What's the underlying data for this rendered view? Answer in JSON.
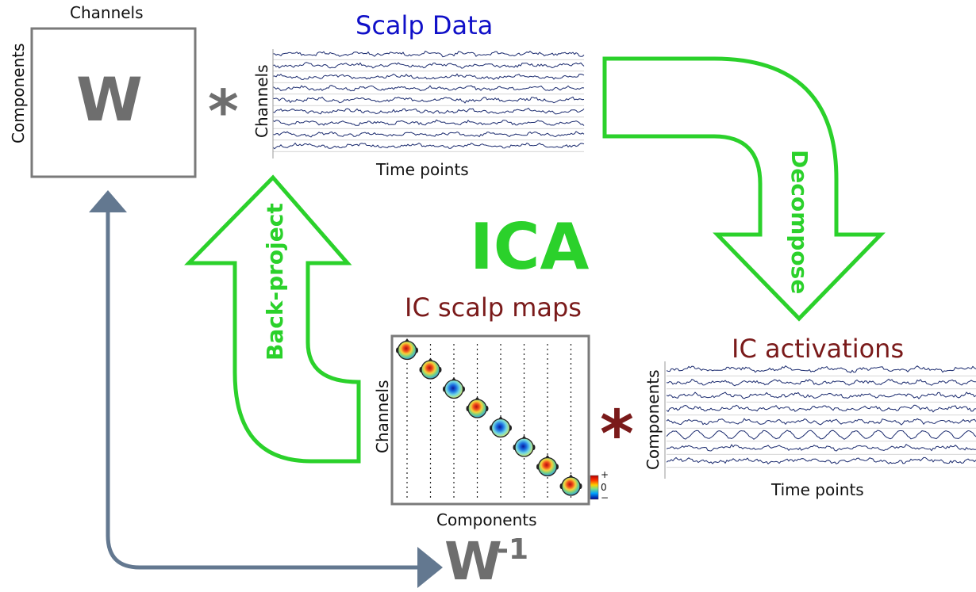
{
  "title": "ICA",
  "weight_matrix": {
    "symbol": "W",
    "top_label": "Channels",
    "side_label": "Components"
  },
  "multiply_symbol_top": "*",
  "multiply_symbol_bottom": "*",
  "scalp_data": {
    "title": "Scalp Data",
    "y_label": "Channels",
    "x_label": "Time points",
    "trace_count": 9
  },
  "decompose_label": "Decompose",
  "back_project_label": "Back-project",
  "ic_scalp_maps": {
    "title": "IC scalp maps",
    "y_label": "Channels",
    "x_label": "Components",
    "map_count": 8,
    "colorbar": {
      "plus": "+",
      "zero": "0",
      "minus": "−"
    }
  },
  "ic_activations": {
    "title": "IC activations",
    "y_label": "Components",
    "x_label": "Time points",
    "trace_count": 8
  },
  "inverse": {
    "base": "W",
    "exponent": "-1"
  },
  "colors": {
    "green": "#2bd12b",
    "gray": "#6e6e6e",
    "slate": "#637890",
    "blue_title": "#1010c8",
    "maroon_title": "#7a1a1a",
    "trace": "#1a2a6e"
  }
}
